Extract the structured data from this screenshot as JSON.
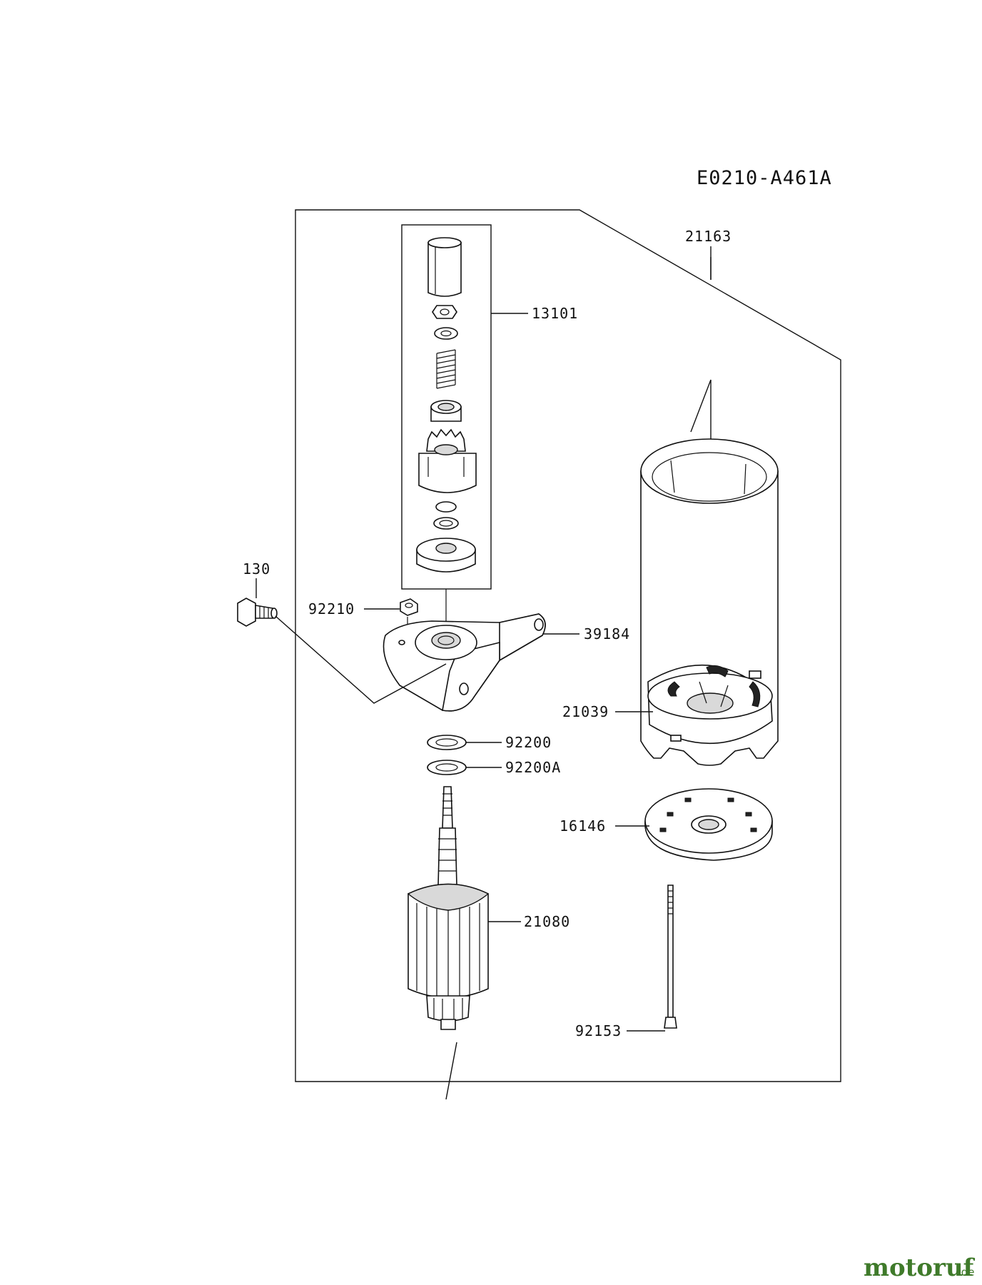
{
  "diagram_code": "E0210-A461A",
  "watermark": {
    "brand": "motoruf",
    "suffix": ".de"
  },
  "parts": [
    {
      "id": "p-21163",
      "number": "21163",
      "name": "starter-yoke"
    },
    {
      "id": "p-13101",
      "number": "13101",
      "name": "pinion-drive-set"
    },
    {
      "id": "p-130",
      "number": "130",
      "name": "flange-bolt"
    },
    {
      "id": "p-92210",
      "number": "92210",
      "name": "nut"
    },
    {
      "id": "p-39184",
      "number": "39184",
      "name": "front-bracket"
    },
    {
      "id": "p-21039",
      "number": "21039",
      "name": "brush-holder"
    },
    {
      "id": "p-92200",
      "number": "92200",
      "name": "washer"
    },
    {
      "id": "p-92200A",
      "number": "92200A",
      "name": "washer-wave"
    },
    {
      "id": "p-16146",
      "number": "16146",
      "name": "end-cover-plate"
    },
    {
      "id": "p-21080",
      "number": "21080",
      "name": "armature"
    },
    {
      "id": "p-92153",
      "number": "92153",
      "name": "through-bolt"
    }
  ]
}
